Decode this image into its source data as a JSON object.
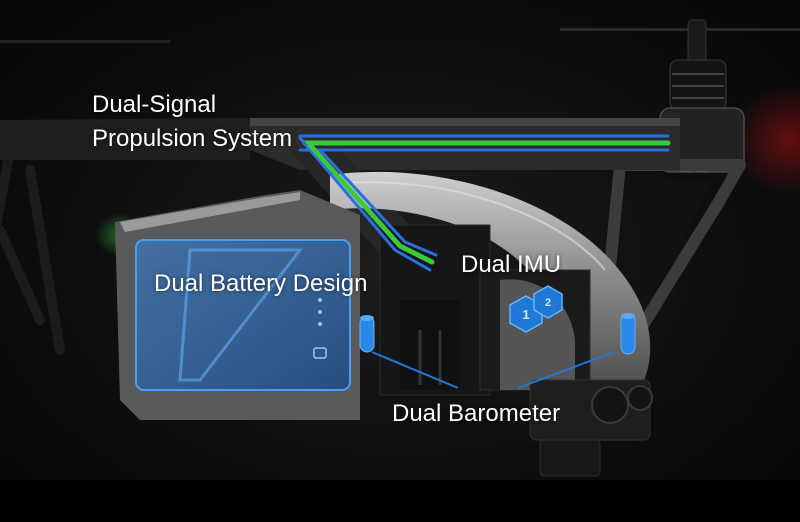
{
  "labels": {
    "propulsion_line1": "Dual-Signal",
    "propulsion_line2": "Propulsion System",
    "battery": "Dual Battery Design",
    "imu": "Dual IMU",
    "barometer": "Dual Barometer"
  },
  "imu_badges": [
    "1",
    "2"
  ],
  "colors": {
    "signal_green": "#3cc83c",
    "signal_blue": "#2a6fe0",
    "highlight_blue": "#1f78d6",
    "frame_gray": "#8c8c8c",
    "red_glow": "#8a1010"
  }
}
